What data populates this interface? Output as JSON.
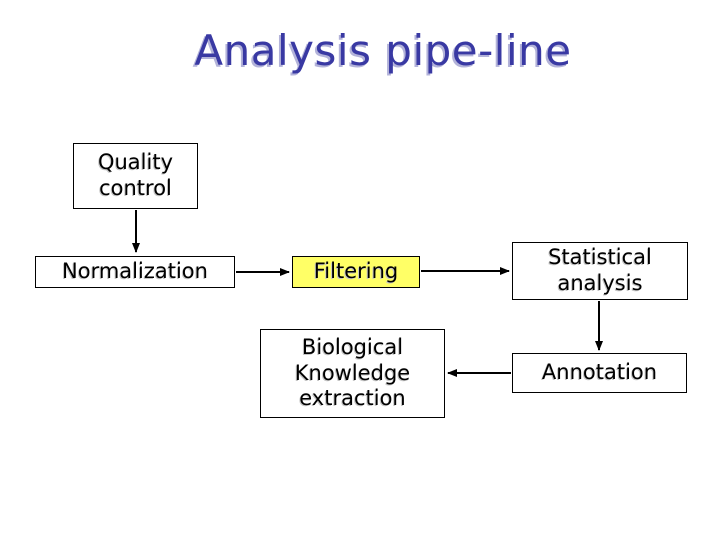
{
  "title": {
    "text": "Analysis pipe-line"
  },
  "nodes": {
    "quality_control": {
      "label": "Quality control",
      "highlighted": false
    },
    "normalization": {
      "label": "Normalization",
      "highlighted": false
    },
    "filtering": {
      "label": "Filtering",
      "highlighted": true
    },
    "statistical_analysis": {
      "label": "Statistical analysis",
      "highlighted": false
    },
    "annotation": {
      "label": "Annotation",
      "highlighted": false
    },
    "biological_knowledge_extraction": {
      "label": "Biological Knowledge extraction",
      "highlighted": false
    }
  },
  "flow": [
    {
      "from": "quality_control",
      "to": "normalization",
      "direction": "down"
    },
    {
      "from": "normalization",
      "to": "filtering",
      "direction": "right"
    },
    {
      "from": "filtering",
      "to": "statistical_analysis",
      "direction": "right"
    },
    {
      "from": "statistical_analysis",
      "to": "annotation",
      "direction": "down"
    },
    {
      "from": "annotation",
      "to": "biological_knowledge_extraction",
      "direction": "left"
    }
  ],
  "colors": {
    "background": "#ffffff",
    "title_text": "#3939a3",
    "title_shadow": "#b3b3d9",
    "box_fill": "#ffffff",
    "box_fill_highlight": "#ffff66",
    "box_border": "#000000",
    "box_text": "#000000",
    "box_text_shadow": "#c6c6c6",
    "arrow": "#000000"
  }
}
